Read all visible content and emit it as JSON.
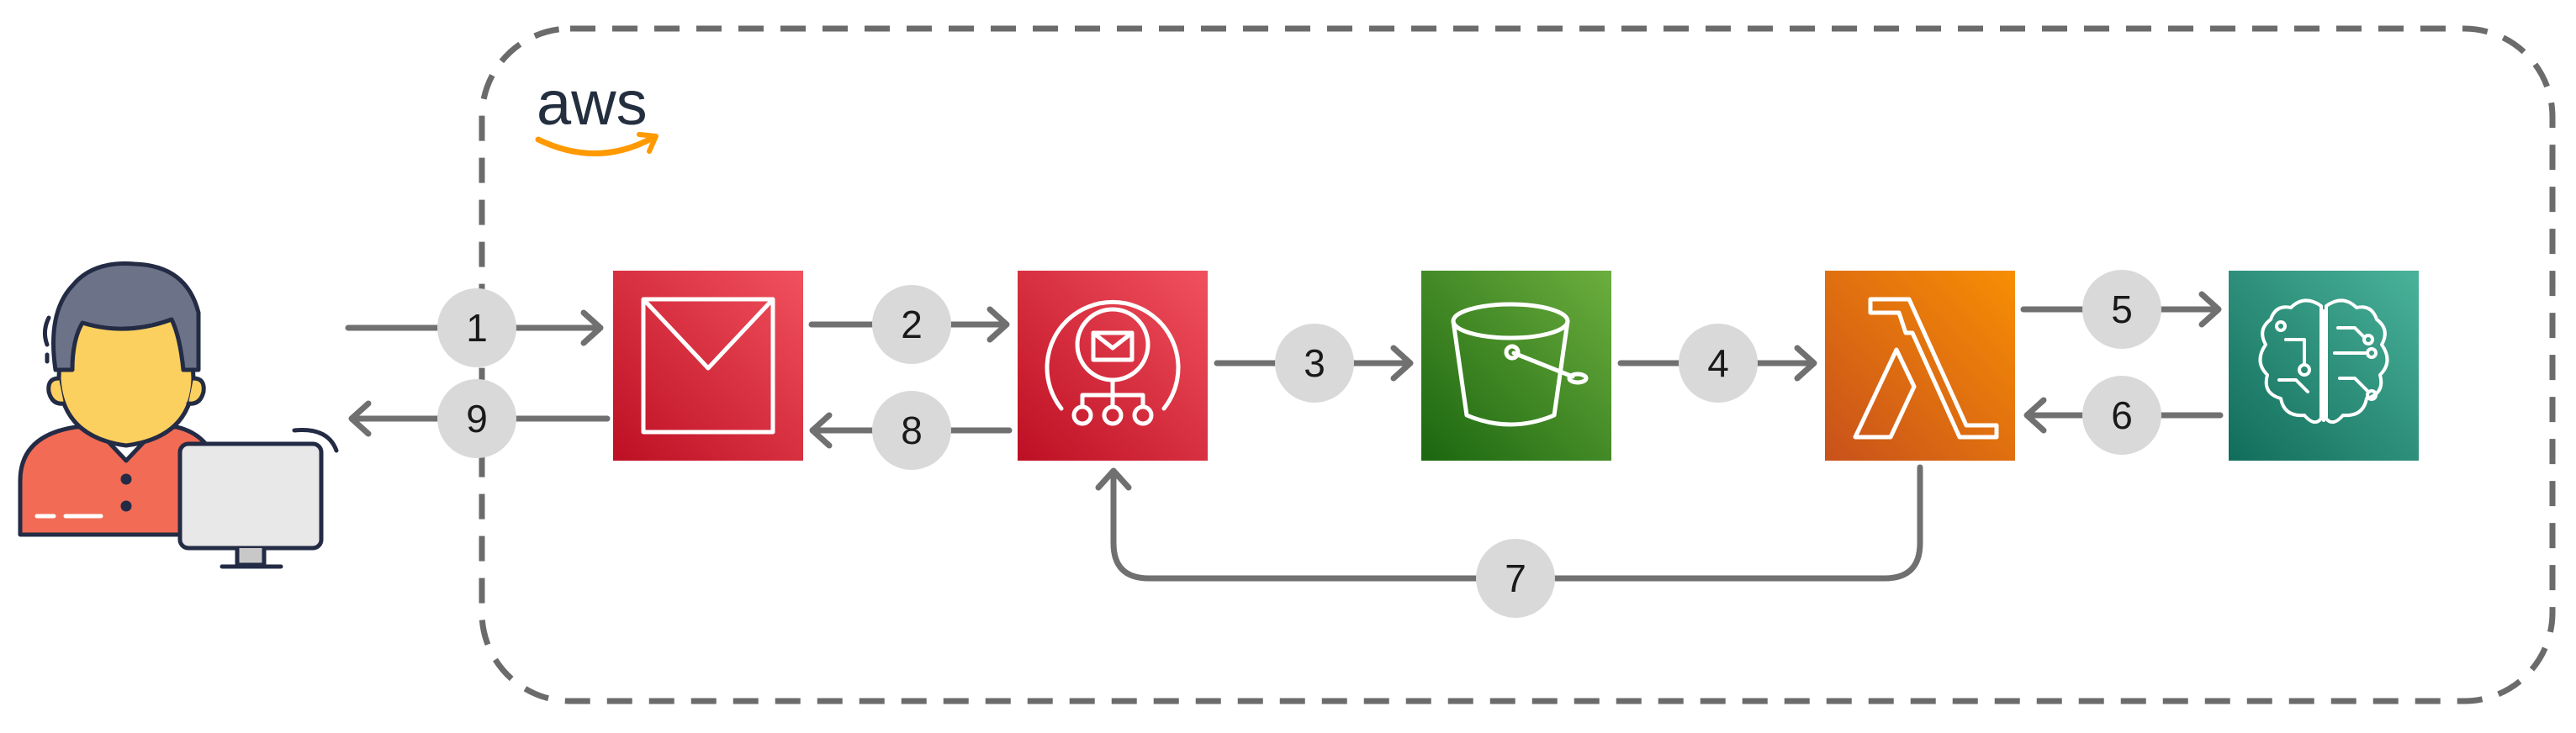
{
  "aws_logo": {
    "text": "aws",
    "smile_color": "#ff9900",
    "text_color": "#232f3e"
  },
  "nodes": [
    {
      "id": "user",
      "icon": "user-at-computer-icon"
    },
    {
      "id": "email-service",
      "icon": "envelope-icon",
      "gradient": [
        "#f1515e",
        "#bd0f23"
      ]
    },
    {
      "id": "notification-service",
      "icon": "notification-hub-icon",
      "gradient": [
        "#f1515e",
        "#bd0f23"
      ]
    },
    {
      "id": "storage-bucket",
      "icon": "bucket-icon",
      "gradient": [
        "#6cae3e",
        "#1b660f"
      ]
    },
    {
      "id": "lambda-function",
      "icon": "lambda-icon",
      "gradient": [
        "#f78e04",
        "#c8511b"
      ]
    },
    {
      "id": "ml-service",
      "icon": "brain-circuit-icon",
      "gradient": [
        "#4ab29a",
        "#116d5b"
      ]
    }
  ],
  "steps": [
    {
      "id": "step-1",
      "label": "1"
    },
    {
      "id": "step-2",
      "label": "2"
    },
    {
      "id": "step-3",
      "label": "3"
    },
    {
      "id": "step-4",
      "label": "4"
    },
    {
      "id": "step-5",
      "label": "5"
    },
    {
      "id": "step-6",
      "label": "6"
    },
    {
      "id": "step-7",
      "label": "7"
    },
    {
      "id": "step-8",
      "label": "8"
    },
    {
      "id": "step-9",
      "label": "9"
    }
  ],
  "colors": {
    "boundary": "#6b6b6b",
    "arrow": "#707070",
    "step_circle": "#d9d9d9"
  }
}
